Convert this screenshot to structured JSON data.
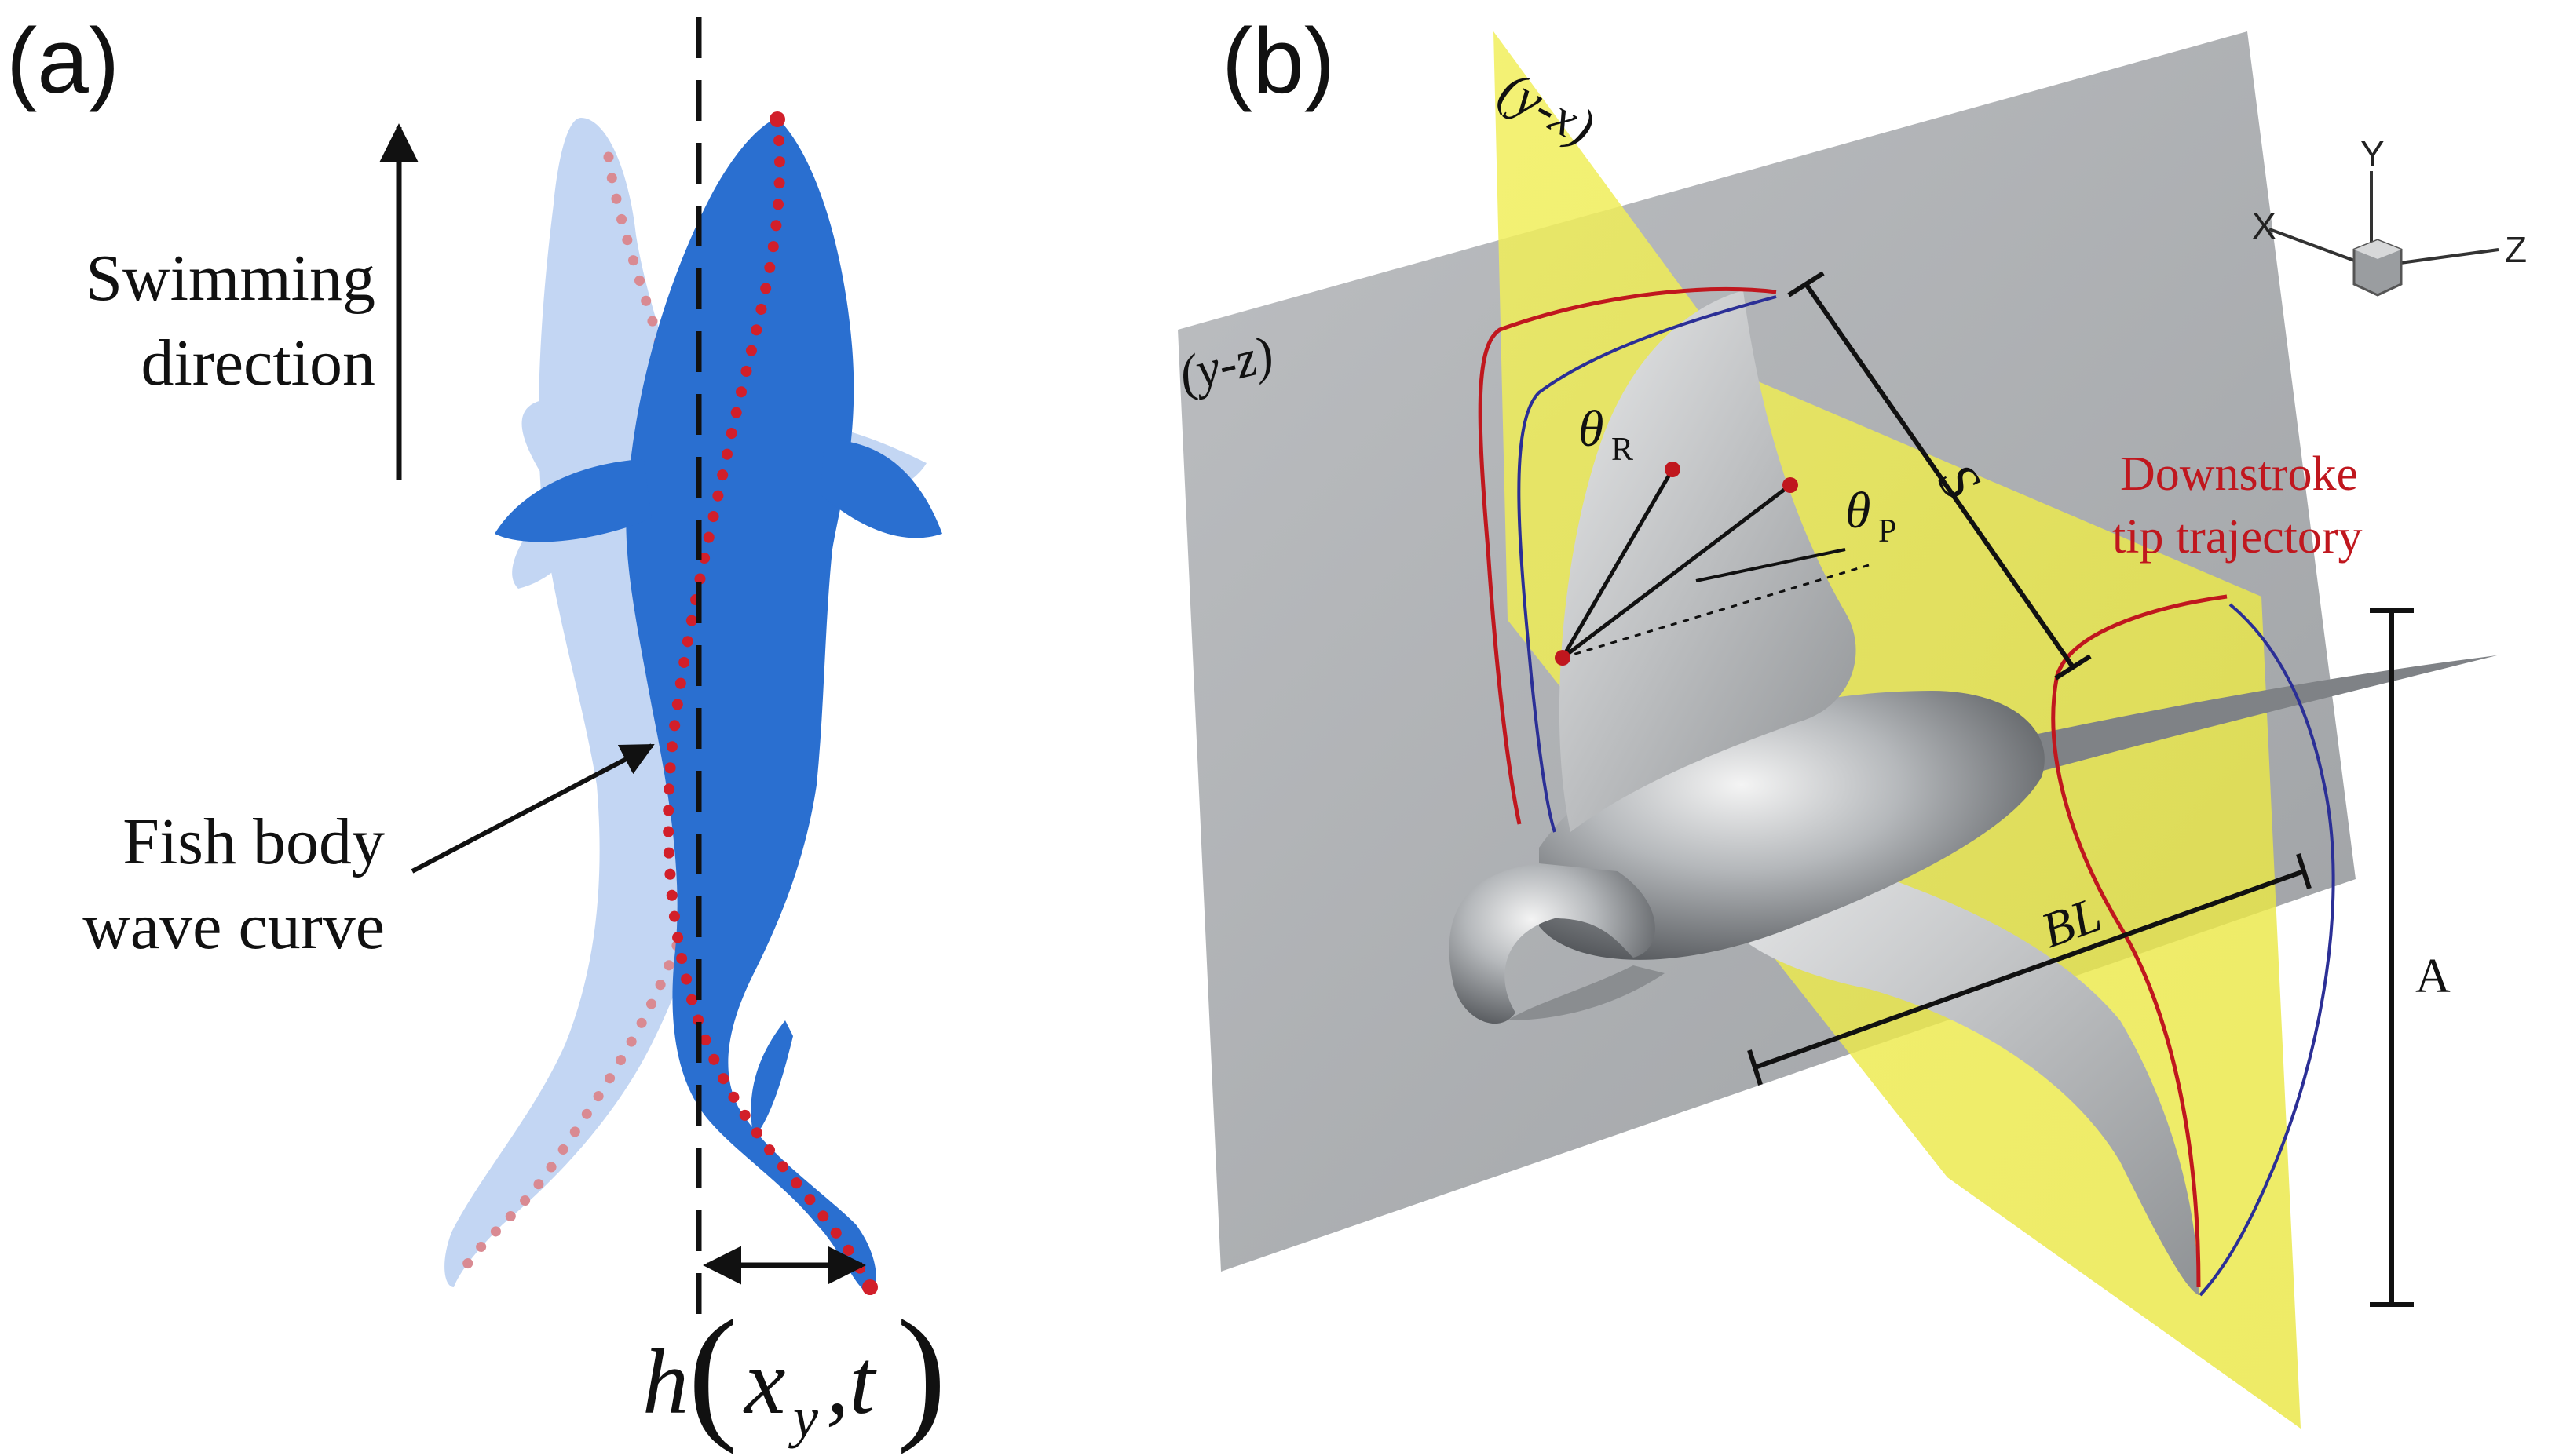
{
  "panel_a": {
    "label": "(a)",
    "swimming_direction": [
      "Swimming",
      "direction"
    ],
    "fish_body_wave_curve": [
      "Fish body",
      "wave curve"
    ],
    "displacement_formula": {
      "h": "h",
      "x": "x",
      "sub": "y",
      "t": ",t"
    },
    "colors": {
      "fish_primary": "#2a6fd0",
      "fish_ghost": "#b9cff1",
      "midline_dots": "#d21f2a"
    }
  },
  "panel_b": {
    "label": "(b)",
    "plane_yx": "(y-x)",
    "plane_yz": "(y-z)",
    "theta_r": "θ",
    "theta_r_sub": "R",
    "theta_p": "θ",
    "theta_p_sub": "P",
    "dim_s": "S",
    "dim_bl": "BL",
    "dim_a": "A",
    "trajectory_label": [
      "Downstroke",
      "tip trajectory"
    ],
    "axes": {
      "x": "X",
      "y": "Y",
      "z": "Z"
    },
    "colors": {
      "plane_yz": "#a9abae",
      "plane_yx": "#ecec4a",
      "body": "#9a9da0",
      "downstroke": "#c0171e",
      "upstroke": "#2b2f96"
    }
  }
}
